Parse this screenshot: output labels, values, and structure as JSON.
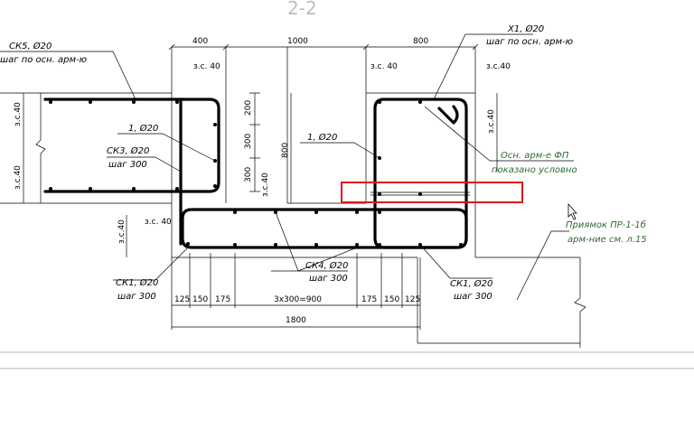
{
  "section_title": "2-2",
  "dims_top": [
    "400",
    "1000",
    "800"
  ],
  "dims_bottom": [
    "125",
    "150",
    "175",
    "3x300=900",
    "175",
    "150",
    "125"
  ],
  "total_width": "1800",
  "dims_vertical": [
    "200",
    "300",
    "300",
    "800"
  ],
  "cover": {
    "top_left": "з.с. 40",
    "top_mid": "з.с. 40",
    "top_right": "з.с.40",
    "mid_left": "з.с. 40",
    "side_left_1": "з.с.40",
    "side_left_2": "з.с.40",
    "side_left_3": "з.с.40",
    "side_mid": "з.с.40",
    "side_right": "з.с.40"
  },
  "labels": {
    "ck5": "СК5, Ø20",
    "ck5_step": "шаг по осн. арм-ю",
    "x1": "Х1, Ø20",
    "x1_step": "шаг по осн. арм-ю",
    "bar1_left": "1, Ø20",
    "bar1_mid": "1, Ø20",
    "ck3": "СК3, Ø20",
    "ck3_step": "шаг 300",
    "ck4": "СК4, Ø20",
    "ck4_step": "шаг 300",
    "ck1_left": "СК1, Ø20",
    "ck1_left_step": "шаг 300",
    "ck1_right": "СК1, Ø20",
    "ck1_right_step": "шаг 300",
    "fp_note_1": "Осн. арм-е ФП",
    "fp_note_2": "показано условно",
    "pit_1": "Приямок ПР-1-1б",
    "pit_2": "арм-ние см. л.15"
  },
  "highlight_color": "#e0141e",
  "note_color": "#2e6b2e"
}
